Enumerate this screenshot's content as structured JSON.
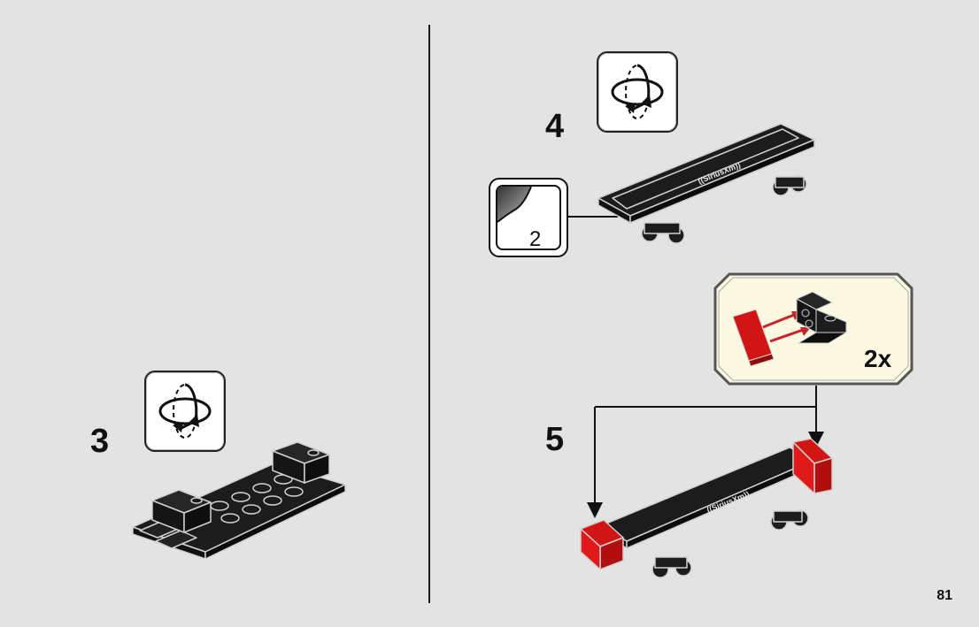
{
  "page": {
    "number": "81"
  },
  "steps": [
    {
      "number": "3",
      "icon": "rotate-icon"
    },
    {
      "number": "4",
      "icon": "rotate-icon",
      "callout_count": "2"
    },
    {
      "number": "5",
      "parts_count": "2x"
    }
  ],
  "model_text": "((SiriusXm))",
  "colors": {
    "background": "#e3e3e3",
    "brick_black": "#1c1c1c",
    "brick_red": "#d11414",
    "parts_panel": "#fbf8e2",
    "arrow_red": "#c8242b"
  }
}
